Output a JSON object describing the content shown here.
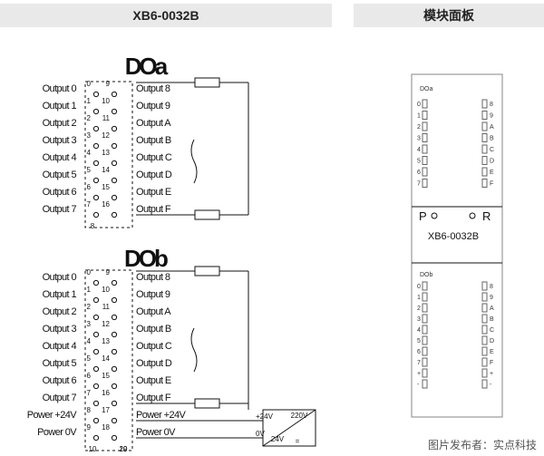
{
  "headers": {
    "left": "XB6-0032B",
    "right": "模块面板"
  },
  "groups": [
    {
      "title": "DOa",
      "left": [
        "Output 0",
        "Output 1",
        "Output 2",
        "Output 3",
        "Output 4",
        "Output 5",
        "Output 6",
        "Output 7"
      ],
      "right": [
        "Output 8",
        "Output 9",
        "Output A",
        "Output B",
        "Output C",
        "Output D",
        "Output E",
        "Output F"
      ],
      "left_pins": [
        "0",
        "1",
        "2",
        "3",
        "4",
        "5",
        "6",
        "7",
        "8"
      ],
      "right_pins": [
        "9",
        "10",
        "11",
        "12",
        "13",
        "14",
        "15",
        "16"
      ]
    },
    {
      "title": "DOb",
      "left": [
        "Output 0",
        "Output 1",
        "Output 2",
        "Output 3",
        "Output 4",
        "Output 5",
        "Output 6",
        "Output 7",
        "Power +24V",
        "Power 0V"
      ],
      "right": [
        "Output 8",
        "Output 9",
        "Output A",
        "Output B",
        "Output C",
        "Output D",
        "Output E",
        "Output F",
        "Power +24V",
        "Power 0V"
      ],
      "left_pins": [
        "0",
        "1",
        "2",
        "3",
        "4",
        "5",
        "6",
        "7",
        "8",
        "9",
        "10"
      ],
      "right_pins": [
        "9",
        "10",
        "11",
        "12",
        "13",
        "14",
        "15",
        "16",
        "17",
        "18",
        "19",
        "20"
      ]
    }
  ],
  "supply": {
    "plus": "+24V",
    "minus": "0V",
    "ac": "220V",
    "dc": "24V",
    "symbol": "="
  },
  "panel": {
    "model": "XB6-0032B",
    "p_label": "P",
    "r_label": "R",
    "top_title": "DOa",
    "bottom_title": "DOb",
    "top_left": [
      "0",
      "1",
      "2",
      "3",
      "4",
      "5",
      "6",
      "7"
    ],
    "top_right": [
      "8",
      "9",
      "A",
      "B",
      "C",
      "D",
      "E",
      "F"
    ],
    "bottom_left": [
      "0",
      "1",
      "2",
      "3",
      "4",
      "5",
      "6",
      "7",
      "+",
      "-"
    ],
    "bottom_right": [
      "8",
      "9",
      "A",
      "B",
      "C",
      "D",
      "E",
      "F",
      "+",
      "-"
    ]
  },
  "watermark": "图片发布者：实点科技"
}
